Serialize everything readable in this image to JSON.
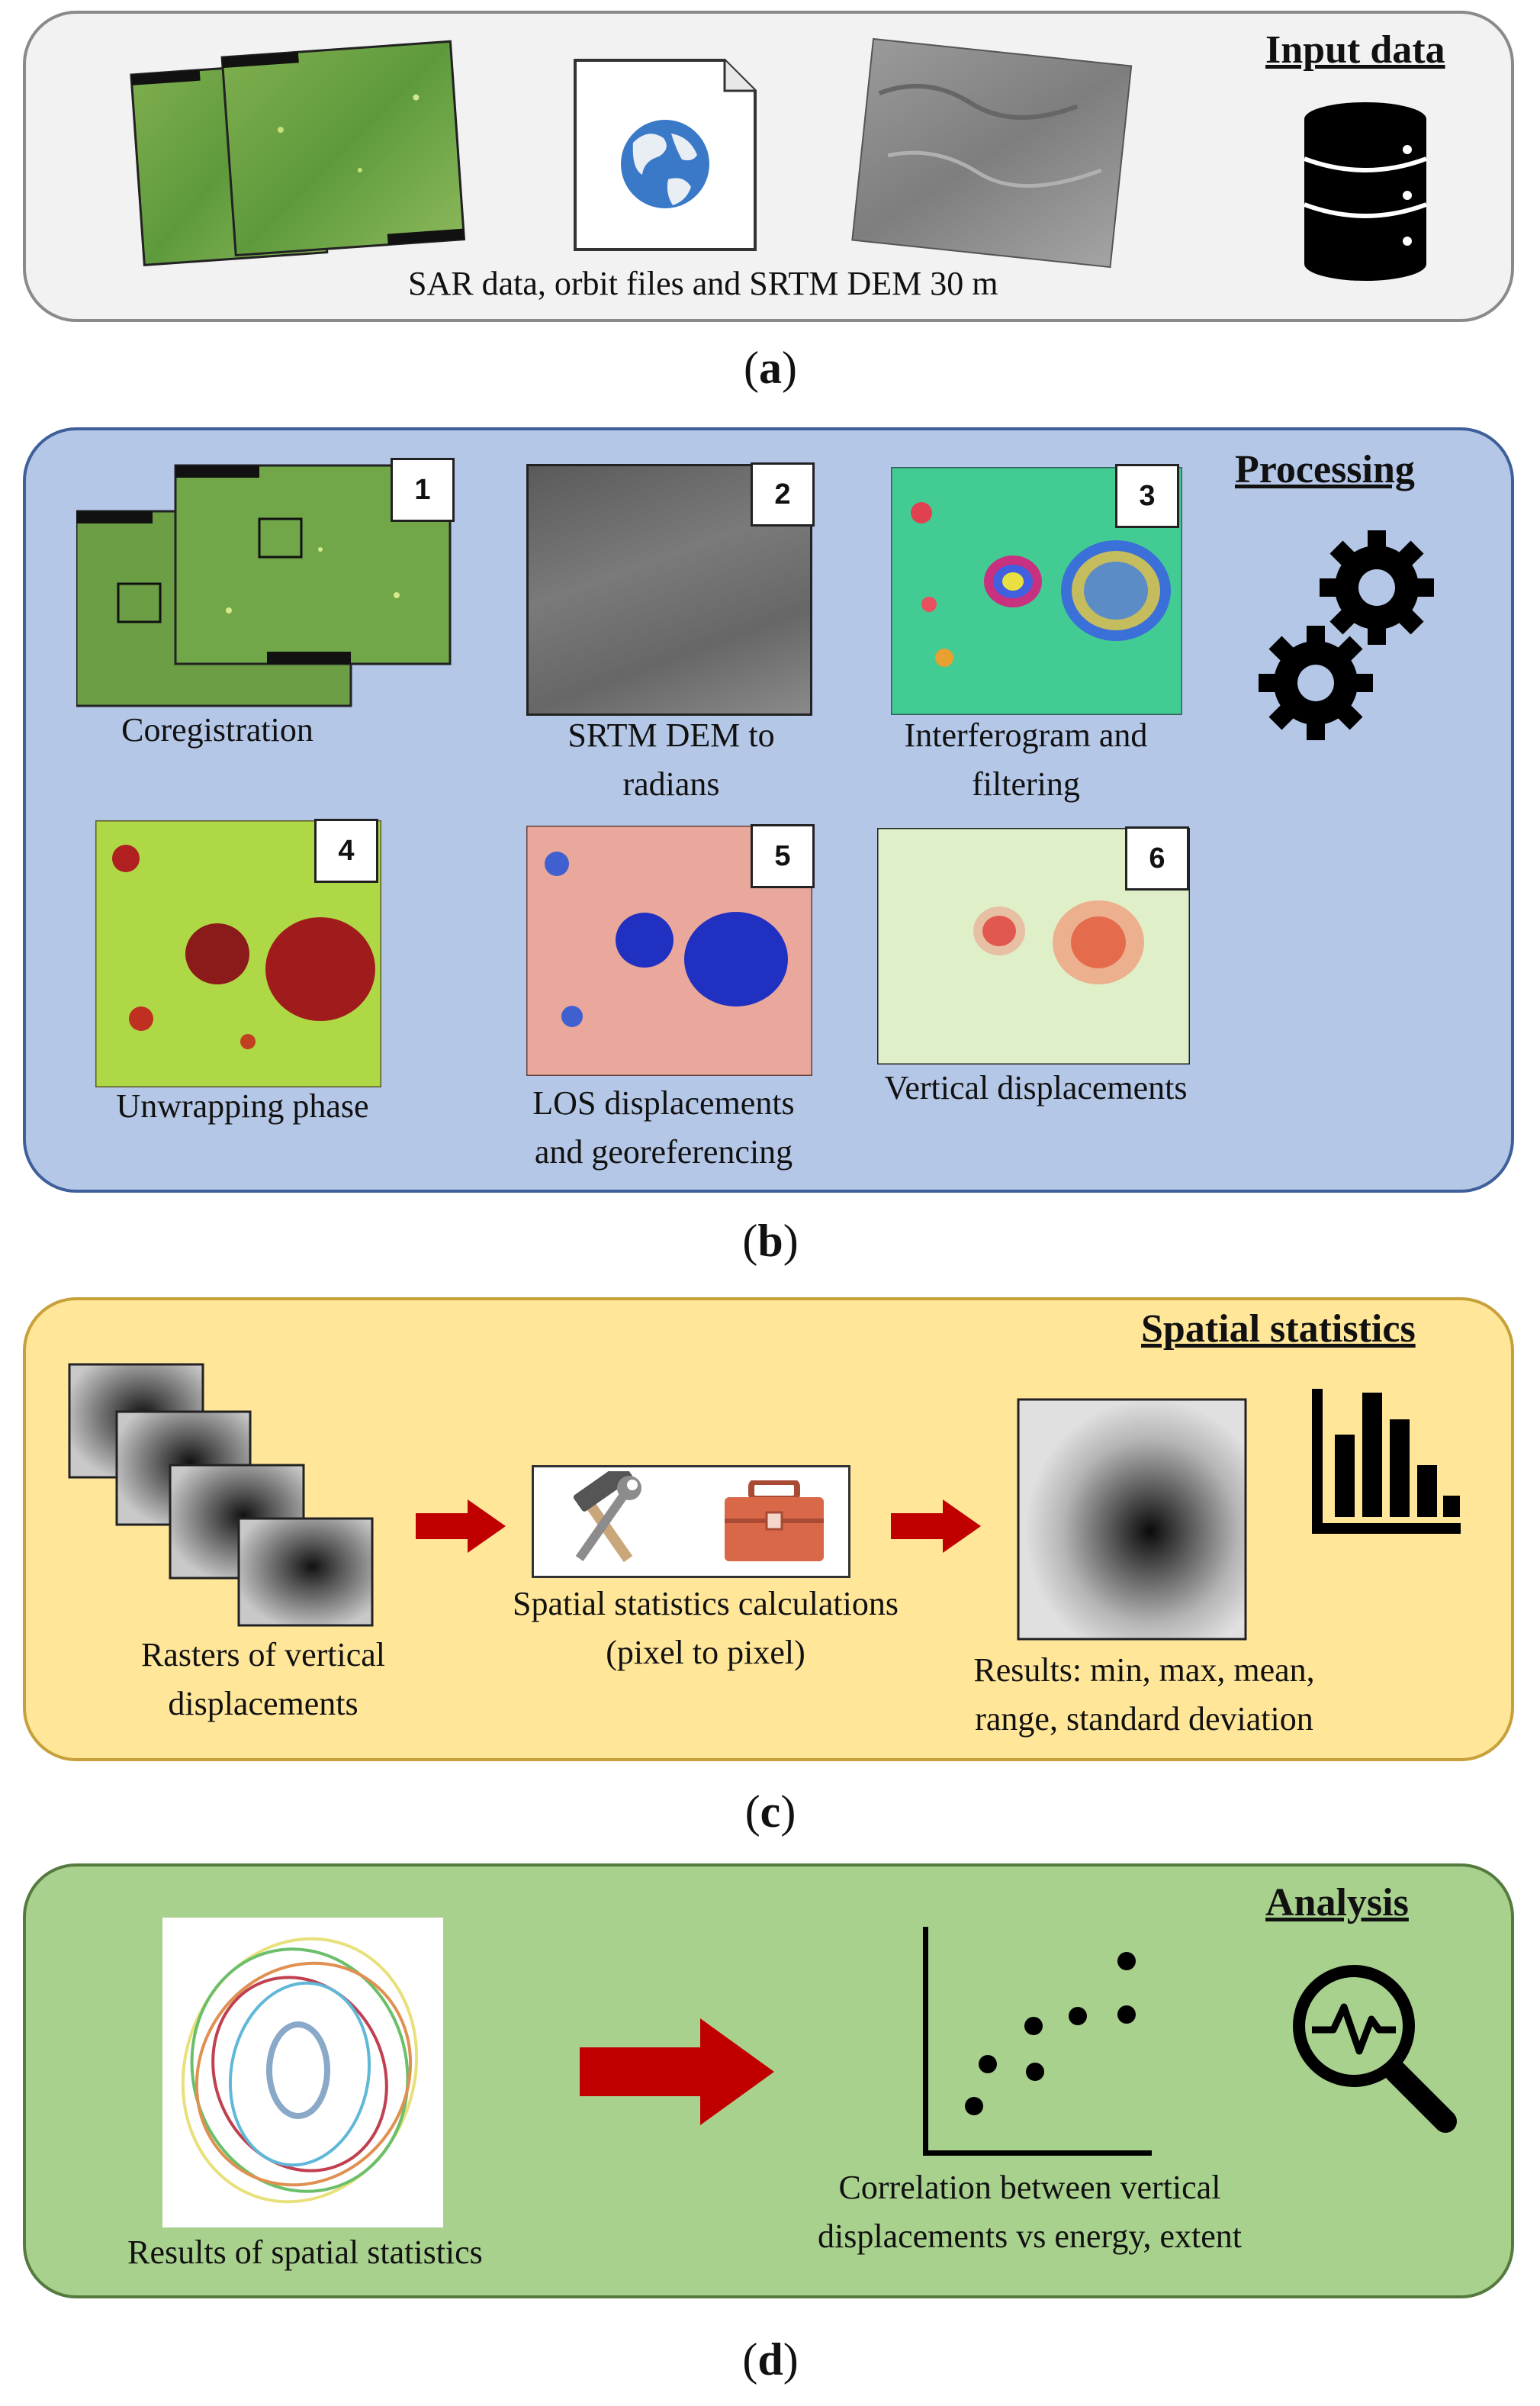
{
  "panel_a": {
    "title": "Input data",
    "caption": "SAR data, orbit files and SRTM DEM 30 m",
    "letter": "a",
    "icons": [
      "sar-image-stack",
      "globe-document-icon",
      "dem-hillshade",
      "database-icon"
    ]
  },
  "panel_b": {
    "title": "Processing",
    "letter": "b",
    "steps": [
      {
        "number": "1",
        "label": "Coregistration"
      },
      {
        "number": "2",
        "label_line1": "SRTM DEM to",
        "label_line2": "radians"
      },
      {
        "number": "3",
        "label_line1": "Interferogram and",
        "label_line2": "filtering"
      },
      {
        "number": "4",
        "label": "Unwrapping phase"
      },
      {
        "number": "5",
        "label_line1": "LOS displacements",
        "label_line2": "and georeferencing"
      },
      {
        "number": "6",
        "label": "Vertical displacements"
      }
    ],
    "icons": [
      "gears-icon"
    ]
  },
  "panel_c": {
    "title": "Spatial statistics",
    "letter": "c",
    "rasters_label_line1": "Rasters of vertical",
    "rasters_label_line2": "displacements",
    "calc_label_line1": "Spatial statistics calculations",
    "calc_label_line2": "(pixel to pixel)",
    "results_label_line1": "Results: min, max, mean,",
    "results_label_line2": "range, standard deviation",
    "arrow_color": "#c00000",
    "icons": [
      "hammer-wrench-icon",
      "toolbox-icon",
      "bar-chart-icon"
    ]
  },
  "panel_d": {
    "title": "Analysis",
    "letter": "d",
    "left_label": "Results of spatial statistics",
    "right_label_line1": "Correlation between vertical",
    "right_label_line2": "displacements vs energy, extent",
    "arrow_color": "#c00000",
    "icons": [
      "ellipses-plot",
      "scatter-plot-icon",
      "magnifier-pulse-icon"
    ]
  }
}
